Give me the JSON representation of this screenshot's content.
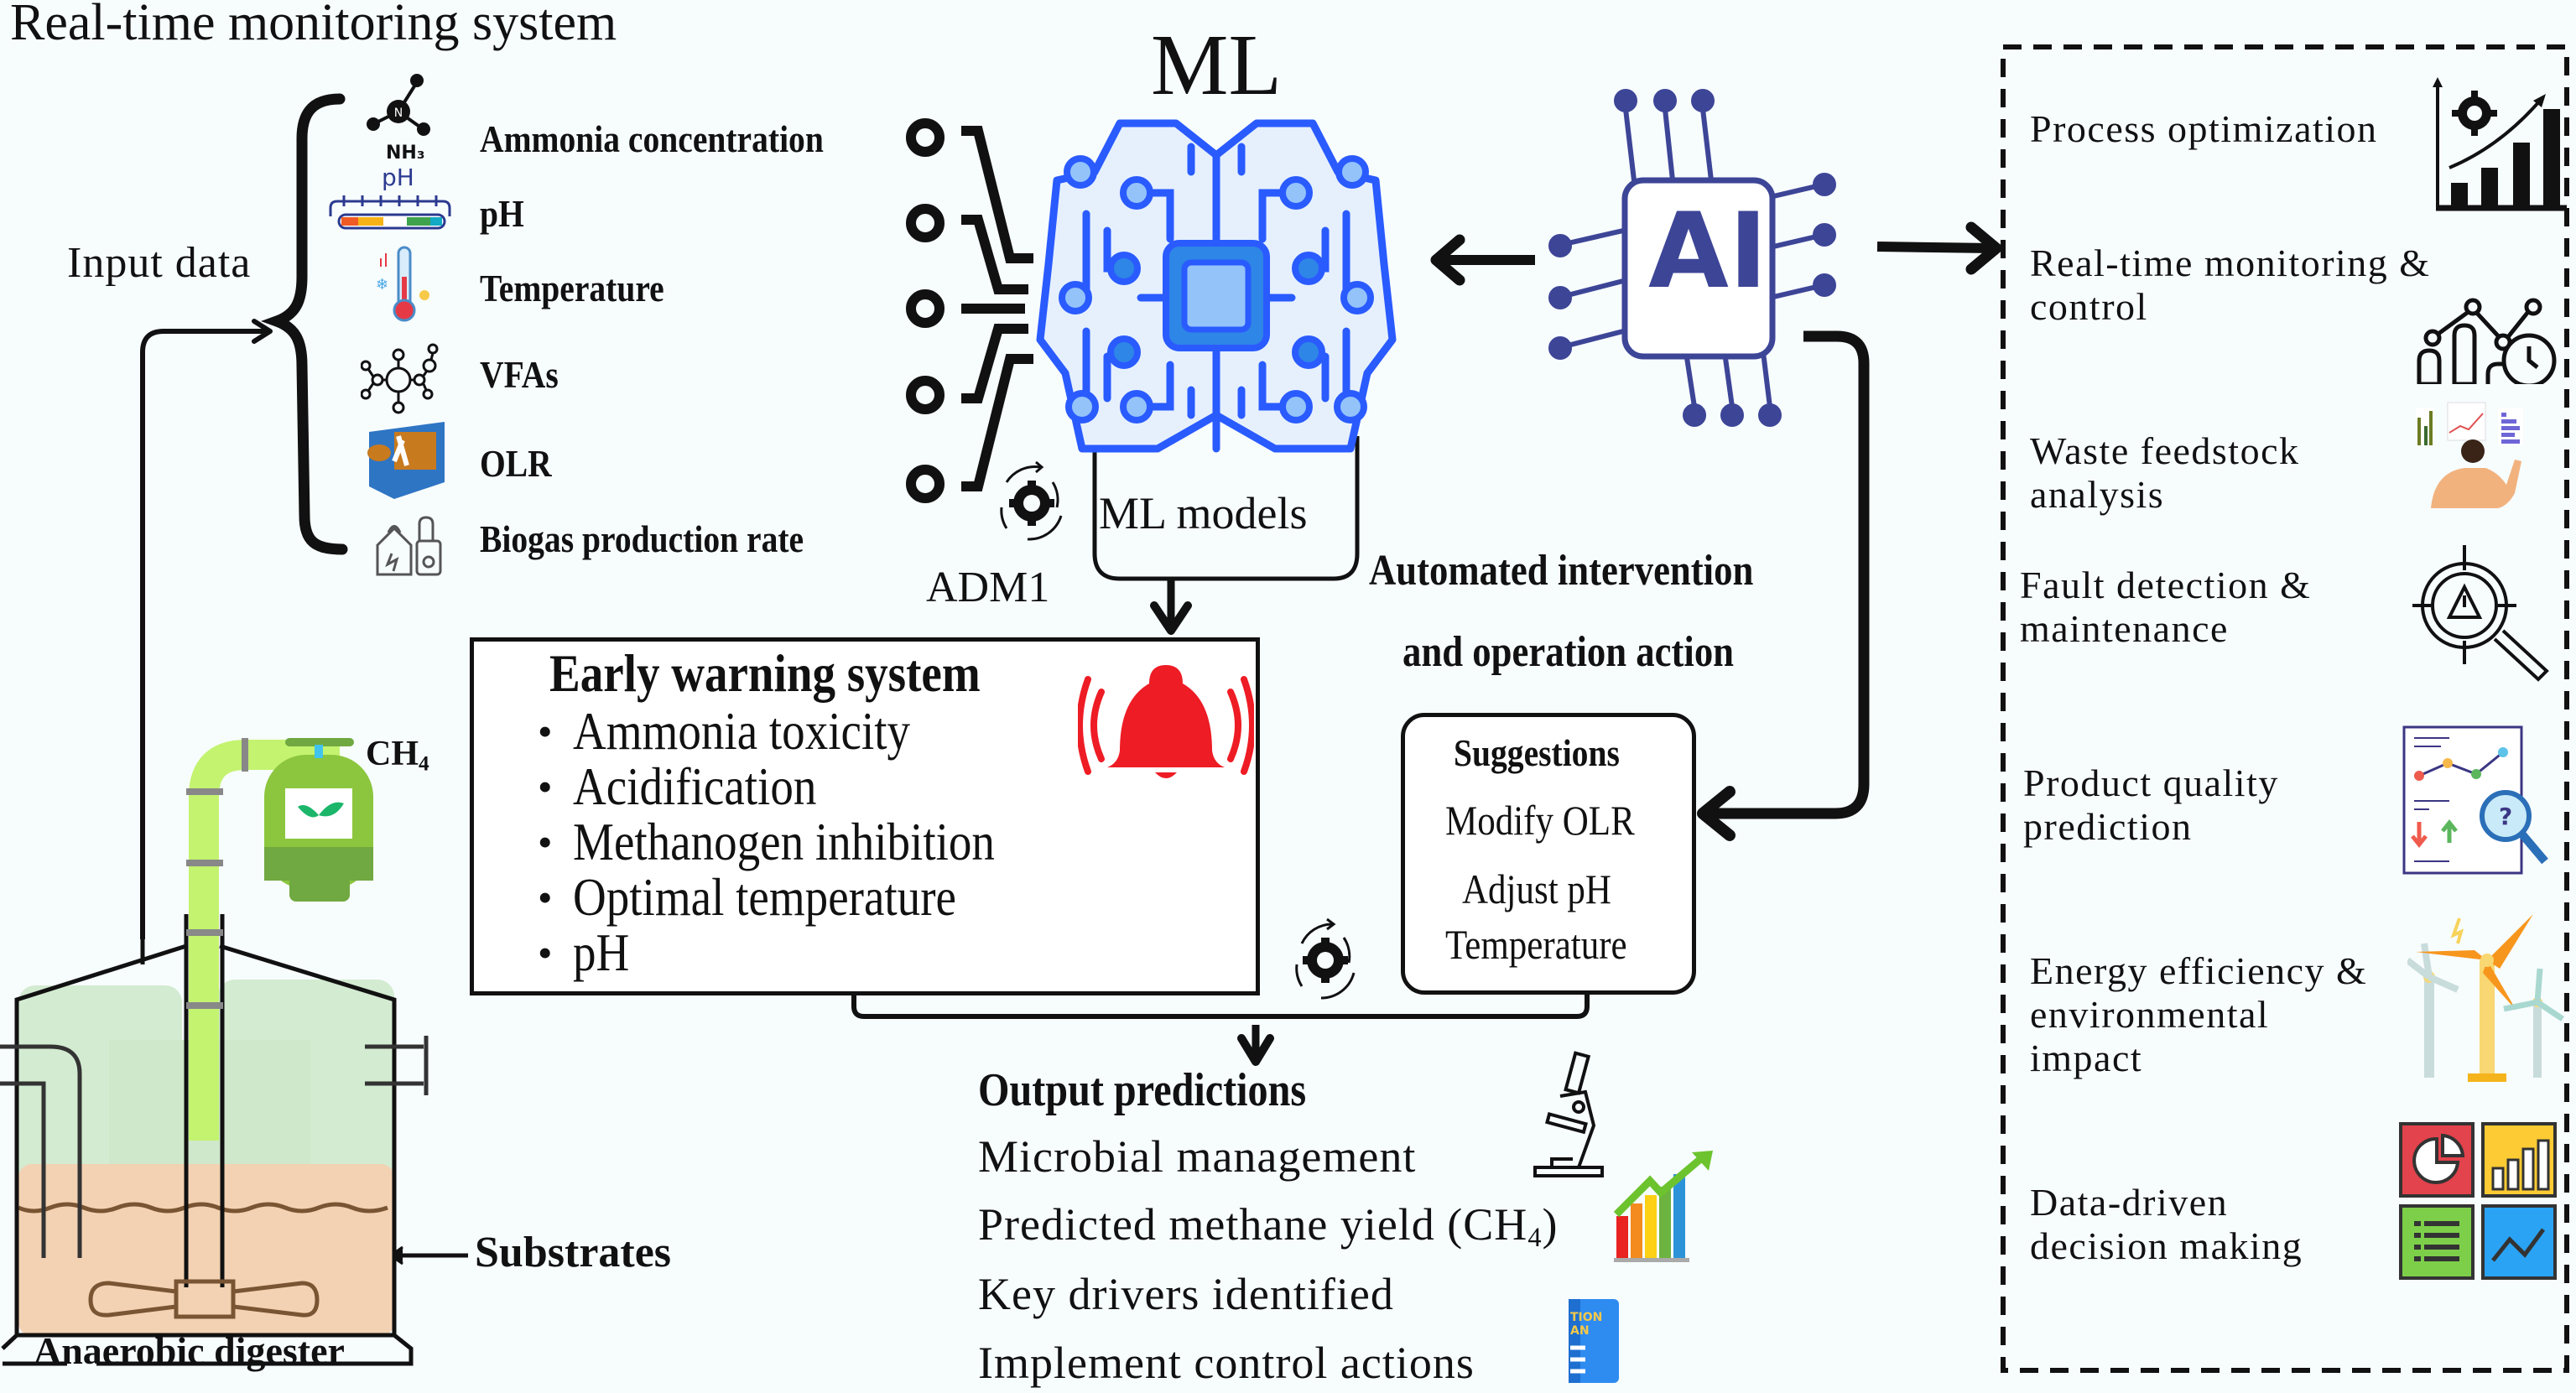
{
  "title": "Real-time monitoring system",
  "input": {
    "label": "Input data",
    "items": [
      {
        "label": "Ammonia concentration",
        "icon": "ammonia-molecule-icon",
        "icon_caption": "NH₃"
      },
      {
        "label": "pH",
        "icon": "ph-scale-icon",
        "icon_caption": "pH"
      },
      {
        "label": "Temperature",
        "icon": "thermometer-icon"
      },
      {
        "label": "VFAs",
        "icon": "molecule-icon"
      },
      {
        "label": "OLR",
        "icon": "feedstock-loading-icon"
      },
      {
        "label": "Biogas production rate",
        "icon": "biogas-plant-icon"
      }
    ]
  },
  "ml": {
    "title": "ML",
    "models_label": "ML models",
    "adm_label": "ADM1"
  },
  "ai": {
    "label": "AI"
  },
  "automation": {
    "line1": "Automated intervention",
    "line2": "and operation action"
  },
  "early_warning": {
    "title": "Early warning system",
    "items": [
      "Ammonia toxicity",
      "Acidification",
      "Methanogen inhibition",
      "Optimal temperature",
      "pH"
    ]
  },
  "suggestions": {
    "title": "Suggestions",
    "items": [
      "Modify OLR",
      "Adjust pH",
      "Temperature"
    ]
  },
  "output": {
    "title": "Output  predictions",
    "items": [
      {
        "label": "Microbial management",
        "icon": "microscope-icon"
      },
      {
        "label": "Predicted methane yield (CH",
        "sub": "4",
        "suffix": ")",
        "icon": "growth-chart-icon"
      },
      {
        "label": "Key drivers identified",
        "icon": ""
      },
      {
        "label": "Implement control actions",
        "icon": "action-plan-book-icon"
      }
    ]
  },
  "digester": {
    "label": "Anaerobic digester",
    "substrates_label": "Substrates",
    "gas_label": "CH",
    "gas_sub": "4"
  },
  "applications": {
    "items": [
      {
        "label": "Process optimization",
        "icon": "gear-growth-chart-icon"
      },
      {
        "label_lines": [
          "Real-time  monitoring &",
          "control"
        ],
        "icon": "monitoring-clock-icon"
      },
      {
        "label_lines": [
          "Waste feedstock",
          "analysis"
        ],
        "icon": "data-analyst-icon"
      },
      {
        "label_lines": [
          "Fault detection  &",
          "maintenance"
        ],
        "icon": "fault-search-icon"
      },
      {
        "label_lines": [
          "Product quality",
          "prediction"
        ],
        "icon": "report-magnifier-icon"
      },
      {
        "label_lines": [
          "Energy efficiency &",
          "environmental",
          "impact"
        ],
        "icon": "wind-turbine-icon"
      },
      {
        "label_lines": [
          "Data-driven",
          "decision making"
        ],
        "icon": "dashboard-tiles-icon"
      }
    ]
  },
  "colors": {
    "background": "#f7fcfd",
    "brain_blue": "#2a5bff",
    "brain_fill": "#e6f0fd",
    "chip_blue": "#2e86e6",
    "chip_light": "#93c3f9",
    "ai_purple": "#3d4597",
    "alarm_red": "#ee1c25",
    "pipe_green": "#c3f36f",
    "tank_green": "#8cc63e",
    "substrate": "#f3d2b3",
    "gas_cloud": "#d3ebd1"
  }
}
